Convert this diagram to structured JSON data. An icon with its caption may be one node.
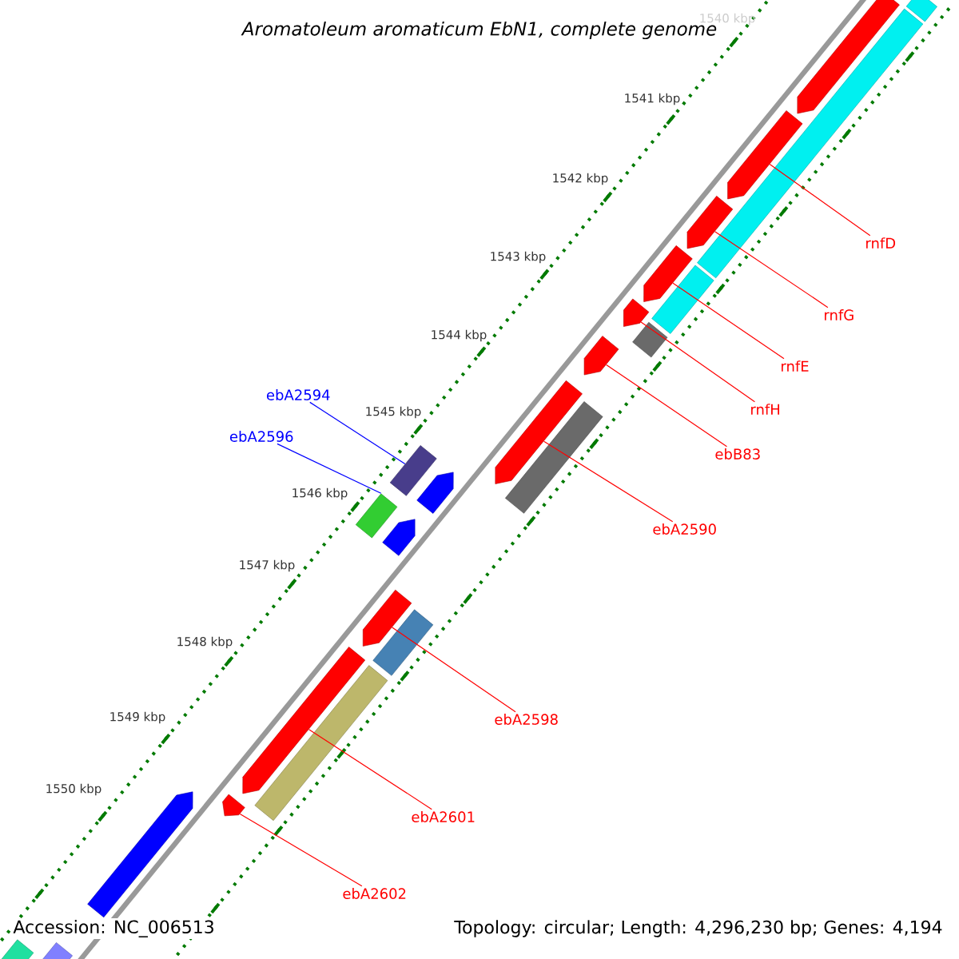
{
  "diagram": {
    "title": "*Aromatoleum aromaticum* EbN1, complete genome",
    "nodes": [
      {
        "text": [
          "rnfD"
        ]
      },
      {
        "text": [
          "rnfG"
        ]
      },
      {
        "text": [
          "rnfE"
        ]
      },
      {
        "text": [
          "ebA2594"
        ]
      },
      {
        "text": [
          "rnfH"
        ]
      },
      {
        "text": [
          "ebA2596"
        ]
      },
      {
        "text": [
          "ebB83"
        ]
      },
      {
        "text": [
          "ebA2590"
        ]
      },
      {
        "text": [
          "ebA2598"
        ]
      },
      {
        "text": [
          "ebA2601"
        ]
      },
      {
        "text": [
          "ebA2602"
        ]
      },
      {
        "text": [],
        "shape": "bar"
      },
      {
        "text": [],
        "shape": "bar"
      },
      {
        "text": [],
        "shape": "bar"
      },
      {
        "text": [],
        "shape": "bar"
      },
      {
        "text": [],
        "shape": "bar"
      },
      {
        "text": [],
        "shape": "bar"
      },
      {
        "text": [],
        "shape": "bar"
      },
      {
        "text": [],
        "shape": "bar"
      },
      {
        "text": [],
        "shape": "bar"
      },
      {
        "text": [],
        "shape": "bar"
      },
      {
        "text": [],
        "shape": "bar"
      },
      {
        "text": [],
        "shape": "bar"
      },
      {
        "text": [],
        "shape": "bar"
      },
      {
        "text": [],
        "shape": "bar"
      },
      {
        "text": [],
        "shape": "bar"
      },
      {
        "text": [],
        "shape": "bar"
      },
      {
        "text": [],
        "shape": "bar"
      },
      {
        "text": [],
        "shape": "bar"
      },
      {
        "text": [],
        "shape": "bar"
      },
      {
        "text": [],
        "shape": "bar"
      },
      {
        "text": [],
        "shape": "bar"
      },
      {
        "text": [],
        "shape": "bar"
      },
      {
        "text": [],
        "shape": "bar"
      },
      {
        "text": [],
        "shape": "bar"
      }
    ],
    "edges": [
      {
        "from": 0,
        "to": 14,
        "arrow": "none"
      },
      {
        "from": 1,
        "to": 15,
        "arrow": "none"
      },
      {
        "from": 2,
        "to": 16,
        "arrow": "none"
      },
      {
        "from": 3,
        "to": 24,
        "arrow": "none",
        "color": "#0000ff"
      },
      {
        "from": 4,
        "to": 18,
        "arrow": "none"
      },
      {
        "from": 5,
        "to": 26,
        "arrow": "none",
        "color": "#0000ff"
      },
      {
        "from": 6,
        "to": 20,
        "arrow": "none"
      },
      {
        "from": 7,
        "to": 21,
        "arrow": "none"
      },
      {
        "from": 8,
        "to": 27,
        "arrow": "none"
      },
      {
        "from": 9,
        "to": 29,
        "arrow": "none"
      },
      {
        "from": 10,
        "to": 31,
        "arrow": "none"
      }
    ],
    "labels": [
      "1540 kbp",
      "1541 kbp",
      "1542 kbp",
      "1543 kbp",
      "1544 kbp",
      "1545 kbp",
      "1546 kbp",
      "1547 kbp",
      "1548 kbp",
      "1549 kbp",
      "1550 kbp",
      "Accession: NC_006513",
      "Topology: circular; Length: 4,296,230 bp; Genes: 4,194"
    ]
  }
}
